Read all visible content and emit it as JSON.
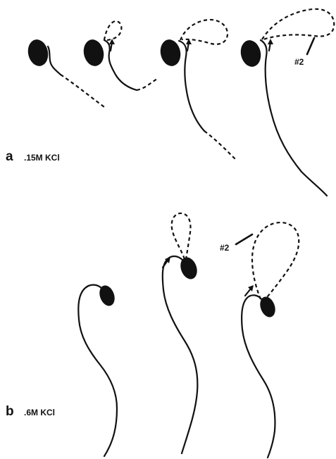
{
  "panel_a": {
    "letter": "a",
    "condition": ".15M KCl",
    "marker": "#2"
  },
  "panel_b": {
    "letter": "b",
    "condition": ".6M KCl",
    "marker": "#2"
  }
}
